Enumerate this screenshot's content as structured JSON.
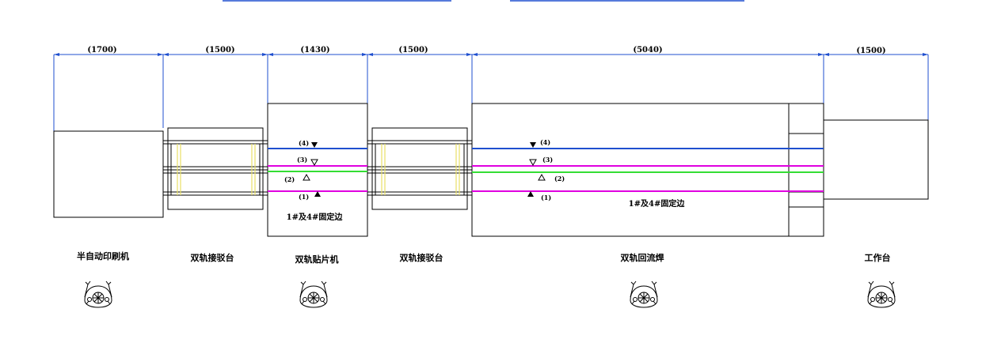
{
  "dimensions": [
    "(1700)",
    "(1500)",
    "(1430)",
    "(1500)",
    "(5040)",
    "(1500)"
  ],
  "machines": [
    "半自动印刷机",
    "双轨接驳台",
    "双轨贴片机",
    "双轨接驳台",
    "双轨回流焊",
    "工作台"
  ],
  "mounter_tracks": [
    "(4)",
    "(3)",
    "(2)",
    "(1)"
  ],
  "reflow_tracks": [
    "(4)",
    "(3)",
    "(2)",
    "(1)"
  ],
  "mounter_note": "1#及4#固定边",
  "reflow_note": "1#及4#固定边",
  "colors": {
    "rail_blue": "#1f4fcf",
    "rail_magenta": "#e000e0",
    "rail_green": "#33dd33",
    "dim_blue": "#1f4fcf",
    "buffer_yellow": "#e8e066",
    "outline": "#000000"
  }
}
